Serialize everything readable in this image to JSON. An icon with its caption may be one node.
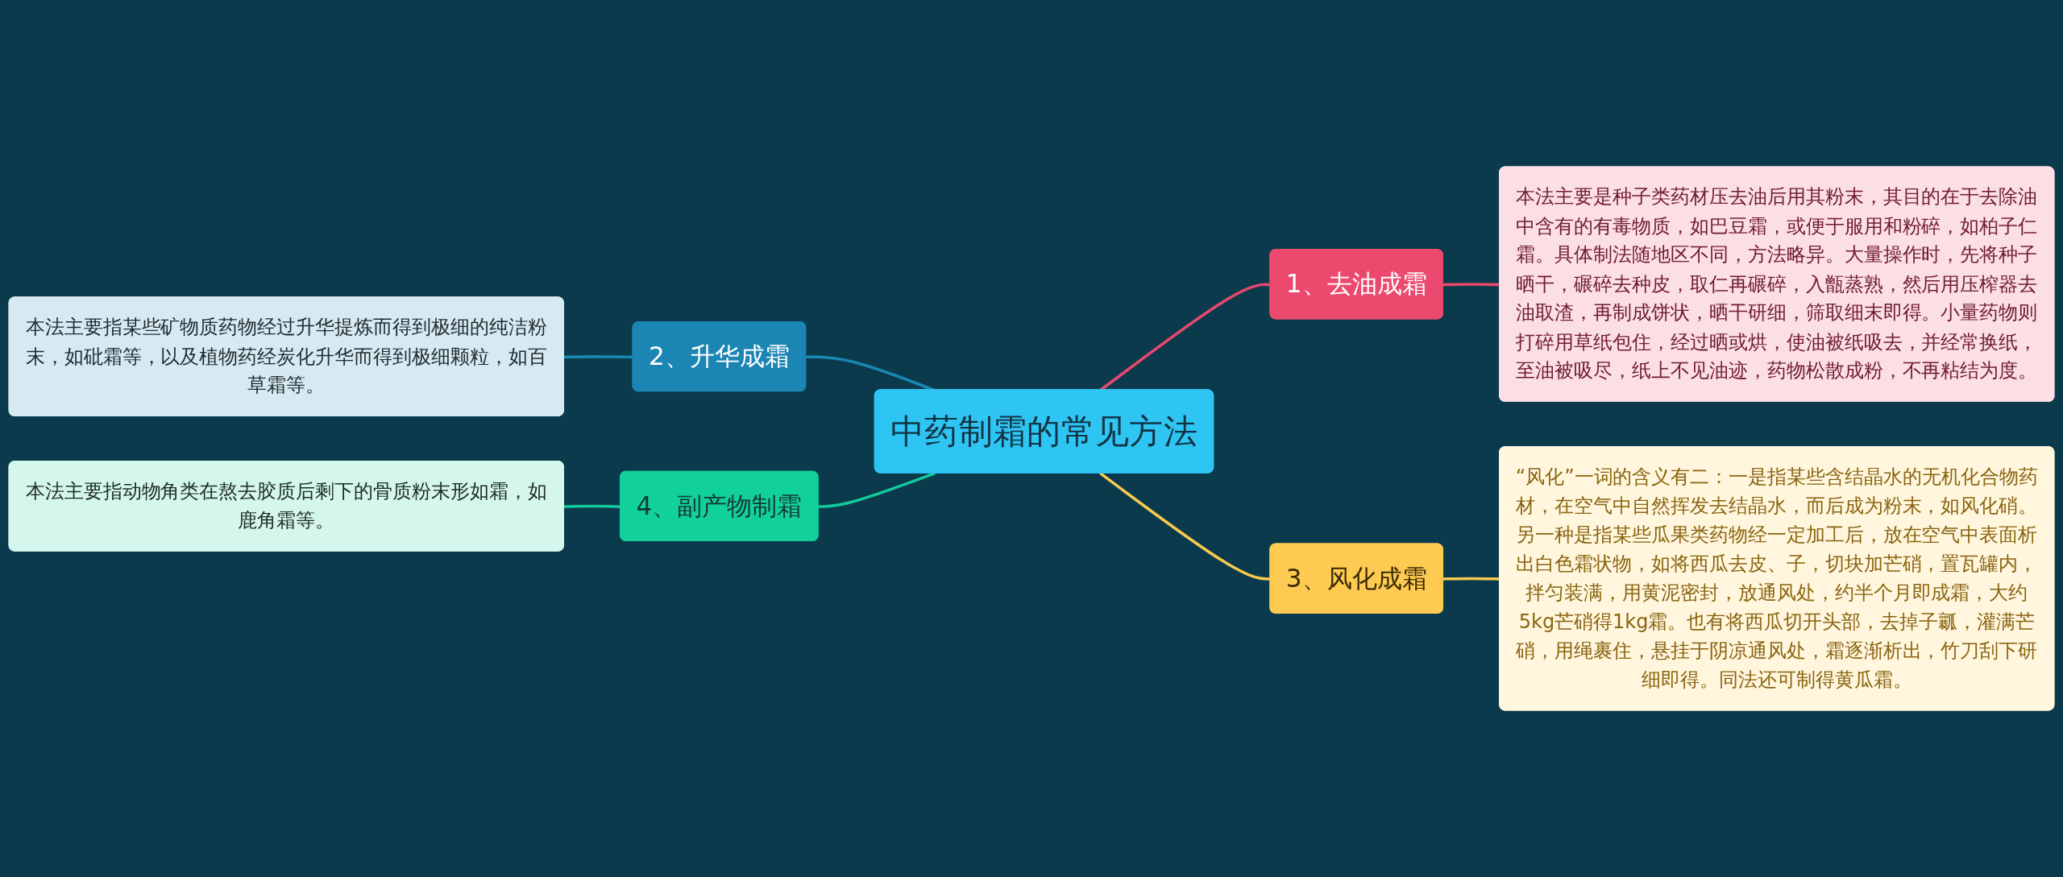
{
  "diagram": {
    "nodes": [
      {
        "text": [
          "中药制霜的常见方法"
        ]
      },
      {
        "text": [
          "1、去油成霜"
        ]
      },
      {
        "text": [
          "本法主要是种子类药材压去油后用其粉末，其目的在于去除油中含有的有毒物质，如巴豆霜，或便于服用和粉碎，如柏子仁霜。具体制法随地区不同，方法略异。大量操作时，先将种子晒干，碾碎去种皮，取仁再碾碎，入甑蒸熟，然后用压榨器去油取渣，再制成饼状，晒干研细，筛取细末即得。小量药物则打碎用草纸包住，经过晒或烘，使油被纸吸去，并经常换纸，至油被吸尽，纸上不见油迹，药物松散成粉，不再粘结为度。"
        ]
      },
      {
        "text": [
          "2、升华成霜"
        ]
      },
      {
        "text": [
          "本法主要指某些矿物质药物经过升华提炼而得到极细的纯洁粉末，如砒霜等，以及植物药经炭化升华而得到极细颗粒，如百草霜等。"
        ]
      },
      {
        "text": [
          "3、风化成霜"
        ]
      },
      {
        "text": [
          "“风化”一词的含义有二：一是指某些含结晶水的无机化合物药材，在空气中自然挥发去结晶水，而后成为粉末，如风化硝。另一种是指某些瓜果类药物经一定加工后，放在空气中表面析出白色霜状物，如将西瓜去皮、子，切块加芒硝，置瓦罐内，拌匀装满，用黄泥密封，放通风处，约半个月即成霜，大约5kg芒硝得1kg霜。也有将西瓜切开头部，去掉子瓤，灌满芒硝，用绳裹住，悬挂于阴凉通风处，霜逐渐析出，竹刀刮下研细即得。同法还可制得黄瓜霜。"
        ]
      },
      {
        "text": [
          "4、副产物制霜"
        ]
      },
      {
        "text": [
          "本法主要指动物角类在熬去胶质后剩下的骨质粉末形如霜，如鹿角霜等。"
        ]
      }
    ],
    "edges": [
      {
        "from": 4,
        "to": 3,
        "arrow": "none",
        "color": "#1b87b5"
      },
      {
        "from": 3,
        "to": 0,
        "arrow": "none",
        "color": "#1b87b5"
      },
      {
        "from": 8,
        "to": 7,
        "arrow": "none",
        "color": "#13c99b"
      },
      {
        "from": 7,
        "to": 0,
        "arrow": "none",
        "color": "#13c99b"
      },
      {
        "from": 0,
        "to": 1,
        "arrow": "none",
        "color": "#e8486d"
      },
      {
        "from": 1,
        "to": 2,
        "arrow": "none",
        "color": "#e8486d"
      },
      {
        "from": 0,
        "to": 5,
        "arrow": "none",
        "color": "#f7ca4f"
      },
      {
        "from": 5,
        "to": 6,
        "arrow": "none",
        "color": "#f7ca4f"
      }
    ]
  }
}
